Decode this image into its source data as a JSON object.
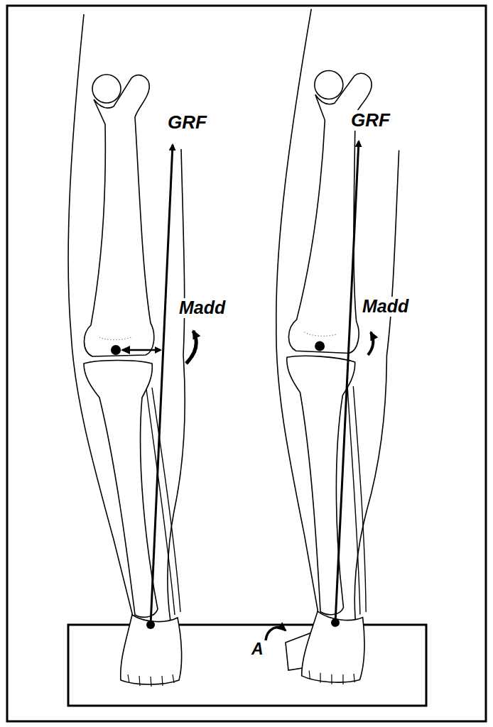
{
  "diagram": {
    "labels": [
      "GRF",
      "Madd",
      "GRF",
      "Madd",
      "A"
    ]
  }
}
